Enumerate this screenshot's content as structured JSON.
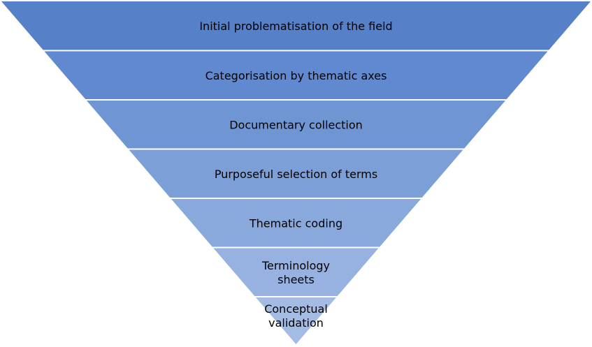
{
  "diagram": {
    "type": "inverted-pyramid",
    "levels": [
      {
        "label_lines": [
          "Initial problematisation of the field"
        ],
        "color": "#5681c9"
      },
      {
        "label_lines": [
          "Categorisation by thematic axes"
        ],
        "color": "#6189cf"
      },
      {
        "label_lines": [
          "Documentary collection"
        ],
        "color": "#6f95d3"
      },
      {
        "label_lines": [
          "Purposeful selection of terms"
        ],
        "color": "#7c9fd8"
      },
      {
        "label_lines": [
          "Thematic coding"
        ],
        "color": "#89a8dc"
      },
      {
        "label_lines": [
          "Terminology",
          "sheets"
        ],
        "color": "#97b2e0"
      },
      {
        "label_lines": [
          "Conceptual",
          "validation"
        ],
        "color": "#a4bce4"
      }
    ],
    "divider_color": "#ffffff"
  }
}
